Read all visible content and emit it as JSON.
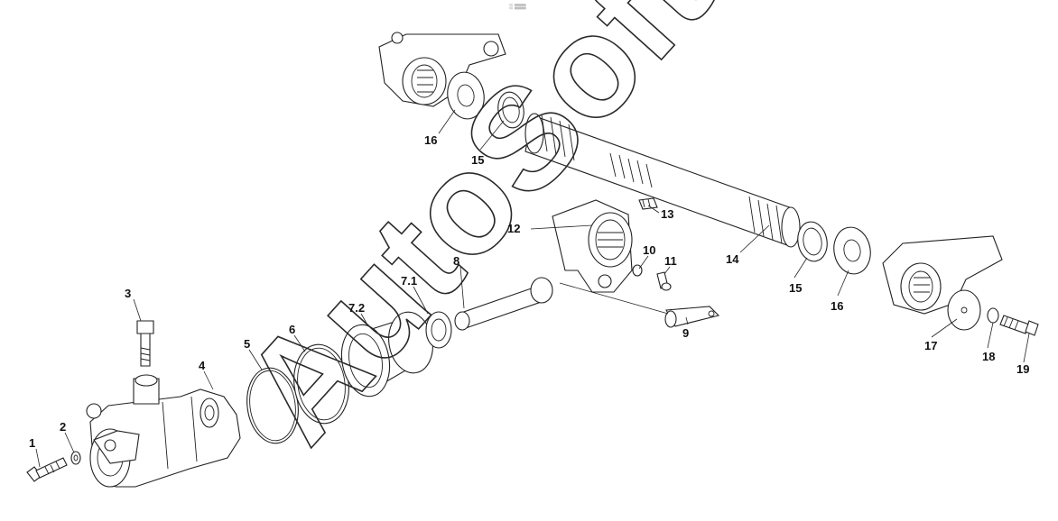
{
  "diagram": {
    "header_mark": "░ ▒▒▒",
    "watermark": "AutoSoft",
    "callouts": [
      "1",
      "2",
      "3",
      "4",
      "5",
      "6",
      "7.2",
      "7.1",
      "8",
      "9",
      "10",
      "11",
      "12",
      "13",
      "14",
      "15",
      "16",
      "15",
      "16",
      "17",
      "18",
      "19"
    ]
  }
}
